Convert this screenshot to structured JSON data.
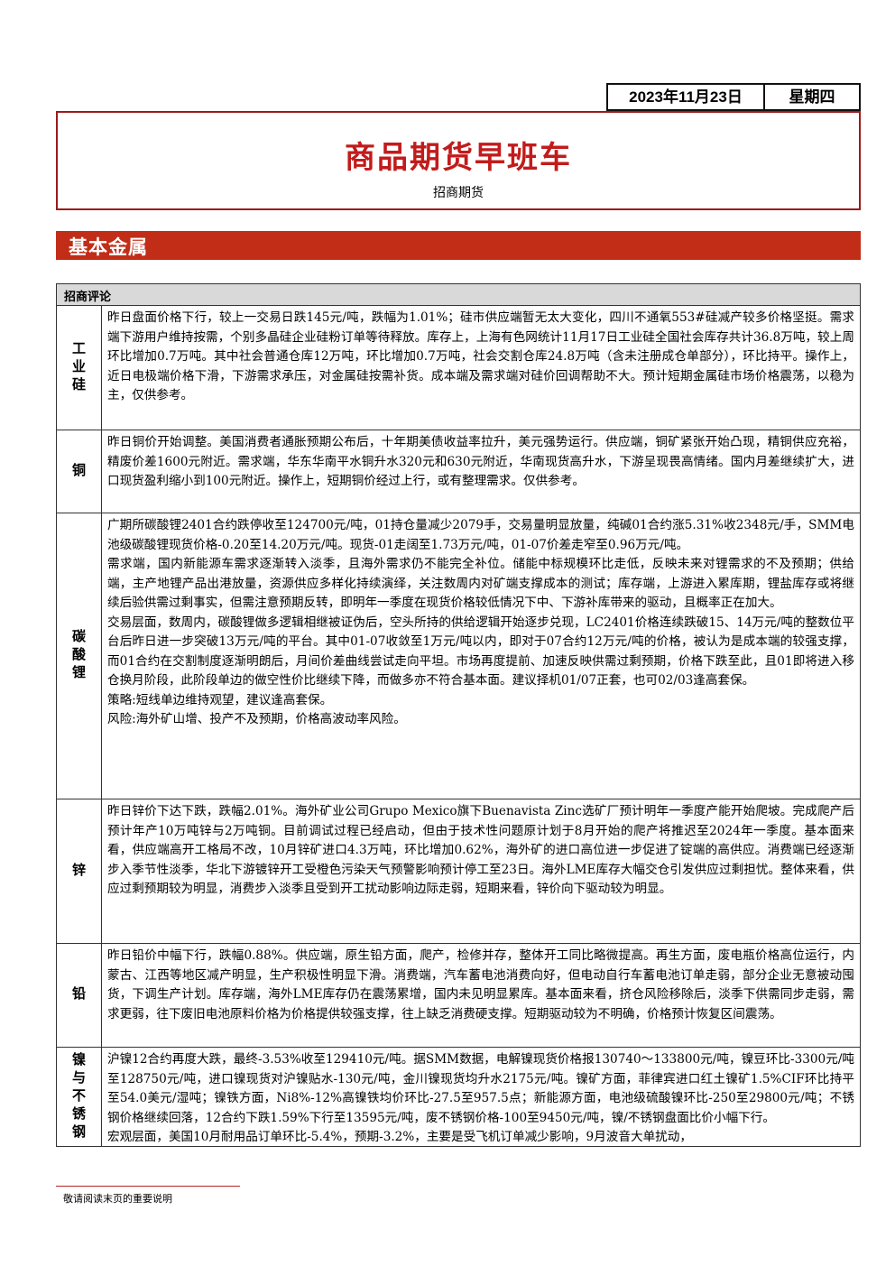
{
  "header": {
    "date": "2023年11月23日",
    "weekday": "星期四",
    "title": "商品期货早班车",
    "company": "招商期货"
  },
  "section": {
    "title": "基本金属"
  },
  "table": {
    "header": "招商评论",
    "rows": [
      {
        "label": "工业硅",
        "paragraphs": [
          "昨日盘面价格下行，较上一交易日跌145元/吨，跌幅为1.01%；硅市供应端暂无太大变化，四川不通氧553#硅减产较多价格坚挺。需求端下游用户维持按需，个别多晶硅企业硅粉订单等待释放。库存上，上海有色网统计11月17日工业硅全国社会库存共计36.8万吨，较上周环比增加0.7万吨。其中社会普通仓库12万吨，环比增加0.7万吨，社会交割仓库24.8万吨（含未注册成仓单部分），环比持平。操作上，近日电极端价格下滑，下游需求承压，对金属硅按需补货。成本端及需求端对硅价回调帮助不大。预计短期金属硅市场价格震荡，以稳为主，仅供参考。"
        ]
      },
      {
        "label": "铜",
        "paragraphs": [
          "昨日铜价开始调整。美国消费者通胀预期公布后，十年期美债收益率拉升，美元强势运行。供应端，铜矿紧张开始凸现，精铜供应充裕，精废价差1600元附近。需求端，华东华南平水铜升水320元和630元附近，华南现货高升水，下游呈现畏高情绪。国内月差继续扩大，进口现货盈利缩小到100元附近。操作上，短期铜价经过上行，或有整理需求。仅供参考。"
        ]
      },
      {
        "label": "碳酸锂",
        "paragraphs": [
          "广期所碳酸锂2401合约跌停收至124700元/吨，01持仓量减少2079手，交易量明显放量，纯碱01合约涨5.31%收2348元/手，SMM电池级碳酸锂现货价格-0.20至14.20万元/吨。现货-01走阔至1.73万元/吨，01-07价差走窄至0.96万元/吨。",
          "需求端，国内新能源车需求逐渐转入淡季，且海外需求仍不能完全补位。储能中标规模环比走低，反映未来对锂需求的不及预期；供给端，主产地锂产品出港放量，资源供应多样化持续演绎，关注数周内对矿端支撑成本的测试；库存端，上游进入累库期，锂盐库存或将继续后验供需过剩事实，但需注意预期反转，即明年一季度在现货价格较低情况下中、下游补库带来的驱动，且概率正在加大。",
          "交易层面，数周内，碳酸锂做多逻辑相继被证伪后，空头所持的供给逻辑开始逐步兑现，LC2401价格连续跌破15、14万元/吨的整数位平台后昨日进一步突破13万元/吨的平台。其中01-07收敛至1万元/吨以内，即对于07合约12万元/吨的价格，被认为是成本端的较强支撑，而01合约在交割制度逐渐明朗后，月间价差曲线尝试走向平坦。市场再度提前、加速反映供需过剩预期，价格下跌至此，且01即将进入移仓换月阶段，此阶段单边的做空性价比继续下降，而做多亦不符合基本面。建议择机01/07正套，也可02/03逢高套保。",
          "策略:短线单边维持观望，建议逢高套保。",
          "风险:海外矿山增、投产不及预期，价格高波动率风险。"
        ]
      },
      {
        "label": "锌",
        "paragraphs": [
          "昨日锌价下达下跌，跌幅2.01%。海外矿业公司Grupo Mexico旗下Buenavista Zinc选矿厂预计明年一季度产能开始爬坡。完成爬产后预计年产10万吨锌与2万吨铜。目前调试过程已经启动，但由于技术性问题原计划于8月开始的爬产将推迟至2024年一季度。基本面来看，供应端高开工格局不改，10月锌矿进口4.3万吨，环比增加0.62%，海外矿的进口高位进一步促进了锭端的高供应。消费端已经逐渐步入季节性淡季，华北下游镀锌开工受橙色污染天气预警影响预计停工至23日。海外LME库存大幅交仓引发供应过剩担忧。整体来看，供应过剩预期较为明显，消费步入淡季且受到开工扰动影响边际走弱，短期来看，锌价向下驱动较为明显。"
        ]
      },
      {
        "label": "铅",
        "paragraphs": [
          "昨日铅价中幅下行，跌幅0.88%。供应端，原生铅方面，爬产，检修并存，整体开工同比略微提高。再生方面，废电瓶价格高位运行，内蒙古、江西等地区减产明显，生产积极性明显下滑。消费端，汽车蓄电池消费向好，但电动自行车蓄电池订单走弱，部分企业无意被动囤货，下调生产计划。库存端，海外LME库存仍在震荡累增，国内未见明显累库。基本面来看，挤仓风险移除后，淡季下供需同步走弱，需求更弱，往下废旧电池原料价格为价格提供较强支撑，往上缺乏消费硬支撑。短期驱动较为不明确，价格预计恢复区间震荡。"
        ]
      },
      {
        "label": "镍与不锈钢",
        "paragraphs": [
          "沪镍12合约再度大跌，最终-3.53%收至129410元/吨。据SMM数据，电解镍现货价格报130740～133800元/吨，镍豆环比-3300元/吨至128750元/吨，进口镍现货对沪镍贴水-130元/吨，金川镍现货均升水2175元/吨。镍矿方面，菲律宾进口红土镍矿1.5%CIF环比持平至54.0美元/湿吨；镍铁方面，Ni8%-12%高镍铁均价环比-27.5至957.5点；新能源方面，电池级硫酸镍环比-250至29800元/吨；不锈钢价格继续回落，12合约下跌1.59%下行至13595元/吨，废不锈钢价格-100至9450元/吨，镍/不锈钢盘面比价小幅下行。",
          "宏观层面，美国10月耐用品订单环比-5.4%，预期-3.2%，主要是受飞机订单减少影响，9月波音大单扰动，"
        ]
      }
    ]
  },
  "footer": {
    "note": "敬请阅读末页的重要说明"
  }
}
